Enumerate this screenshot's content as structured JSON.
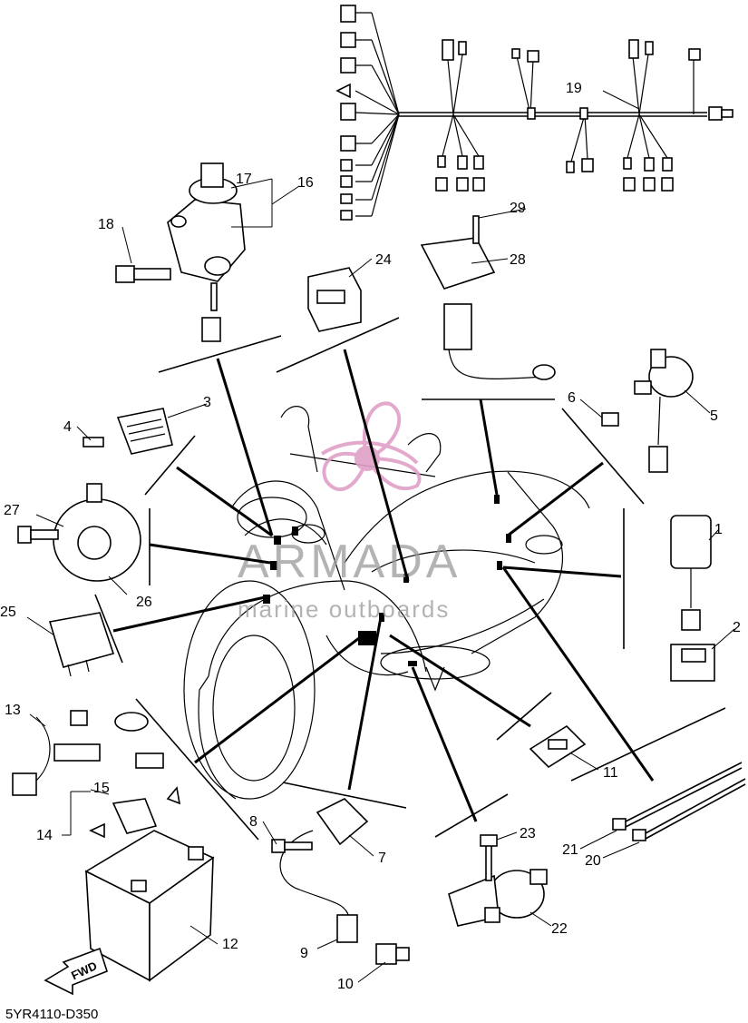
{
  "diagram_code": "5YR4110-D350",
  "watermark": {
    "brand": "ARMADA",
    "tagline": "marine outboards",
    "logo_color": "#e0a0c8"
  },
  "fwd_label": "FWD",
  "callouts": {
    "p1": "1",
    "p2": "2",
    "p3": "3",
    "p4": "4",
    "p5": "5",
    "p6": "6",
    "p7": "7",
    "p8": "8",
    "p9": "9",
    "p10": "10",
    "p11": "11",
    "p12": "12",
    "p13": "13",
    "p14": "14",
    "p15": "15",
    "p16": "16",
    "p17": "17",
    "p18": "18",
    "p19": "19",
    "p20": "20",
    "p21": "21",
    "p22": "22",
    "p23": "23",
    "p24": "24",
    "p25": "25",
    "p26": "26",
    "p27": "27",
    "p28": "28",
    "p29": "29"
  }
}
